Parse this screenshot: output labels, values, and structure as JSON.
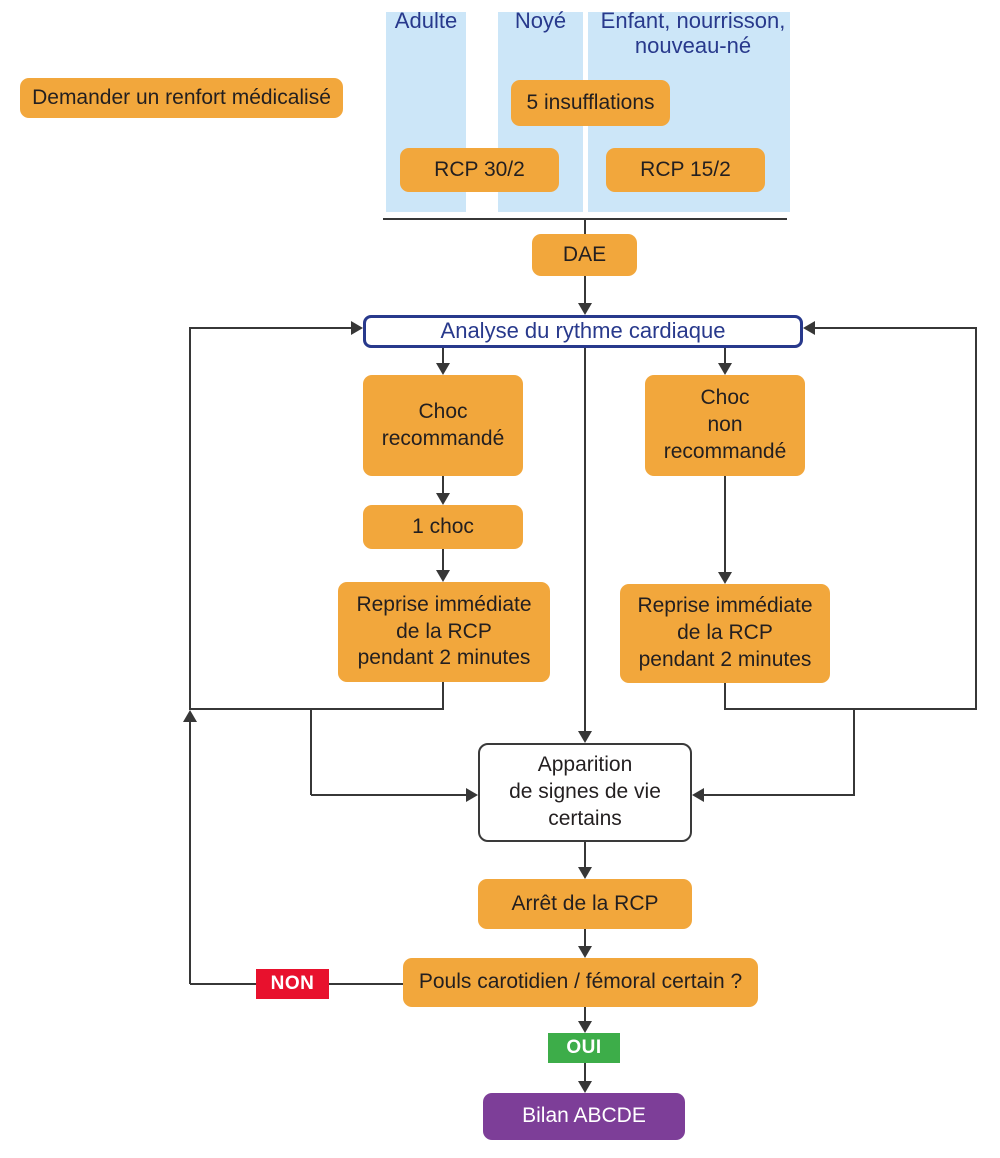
{
  "palette": {
    "orange": "#F2A73C",
    "panel_blue": "#CCE6F8",
    "navy": "#28398C",
    "red": "#E8112D",
    "green": "#3DAD49",
    "purple": "#7D3E98",
    "line": "#373737",
    "text_dark": "#231F20"
  },
  "top": {
    "request": "Demander un renfort médicalisé",
    "columns": [
      {
        "label": "Adulte"
      },
      {
        "label": "Noyé"
      },
      {
        "label": "Enfant, nourrisson,\nnouveau-né"
      }
    ],
    "insufflations": "5 insufflations",
    "rcp_30": "RCP 30/2",
    "rcp_15": "RCP 15/2"
  },
  "flow": {
    "dae": "DAE",
    "analyse": "Analyse du rythme cardiaque",
    "choc_recommande": "Choc\nrecommandé",
    "un_choc": "1 choc",
    "reprise_gauche": "Reprise immédiate\nde la RCP\npendant 2 minutes",
    "choc_non_recommande": "Choc\nnon\nrecommandé",
    "reprise_droite": "Reprise immédiate\nde la RCP\npendant 2 minutes",
    "apparition": "Apparition\nde signes de vie\ncertains",
    "arret": "Arrêt de la RCP",
    "pouls": "Pouls carotidien / fémoral certain ?",
    "non": "NON",
    "oui": "OUI",
    "bilan": "Bilan ABCDE"
  }
}
